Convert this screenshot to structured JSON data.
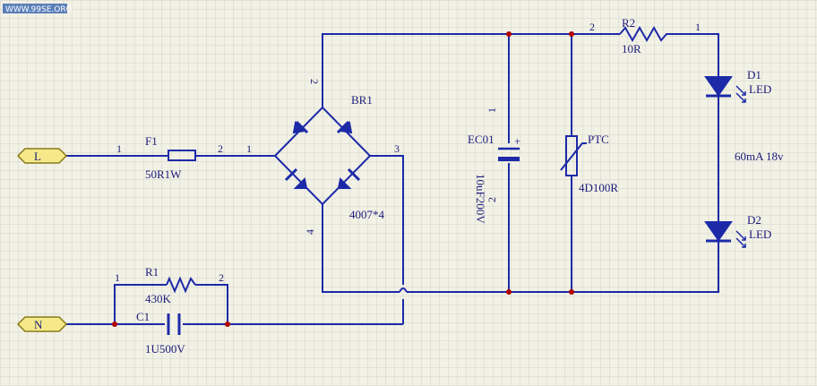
{
  "watermark": "WWW.99SE.ORG",
  "colors": {
    "wire": "#1c2aa8",
    "node": "#b00000",
    "grid": "#d3d2c6",
    "port_fill": "#f5e98a",
    "background": "#f2f1e6"
  },
  "ports": {
    "live": "L",
    "neutral": "N"
  },
  "fuse": {
    "ref": "F1",
    "value": "50R1W",
    "pin1": "1",
    "pin2": "2"
  },
  "bridge": {
    "ref": "BR1",
    "part": "4007*4",
    "pin1": "1",
    "pin2": "2",
    "pin3": "3",
    "pin4": "4"
  },
  "resistor_r1": {
    "ref": "R1",
    "value": "430K",
    "pin1": "1",
    "pin2": "2"
  },
  "capacitor_c1": {
    "ref": "C1",
    "value": "1U500V"
  },
  "capacitor_ec01": {
    "ref": "EC01",
    "value": "10uF200V",
    "pin1": "1",
    "pin2": "2",
    "polarity": "+"
  },
  "thermistor": {
    "ref": "PTC",
    "value": "4D100R"
  },
  "resistor_r2": {
    "ref": "R2",
    "value": "10R",
    "pin1": "2",
    "pin2": "1"
  },
  "led_d1": {
    "ref": "D1",
    "type": "LED"
  },
  "led_d2": {
    "ref": "D2",
    "type": "LED"
  },
  "load_note": "60mA 18v"
}
